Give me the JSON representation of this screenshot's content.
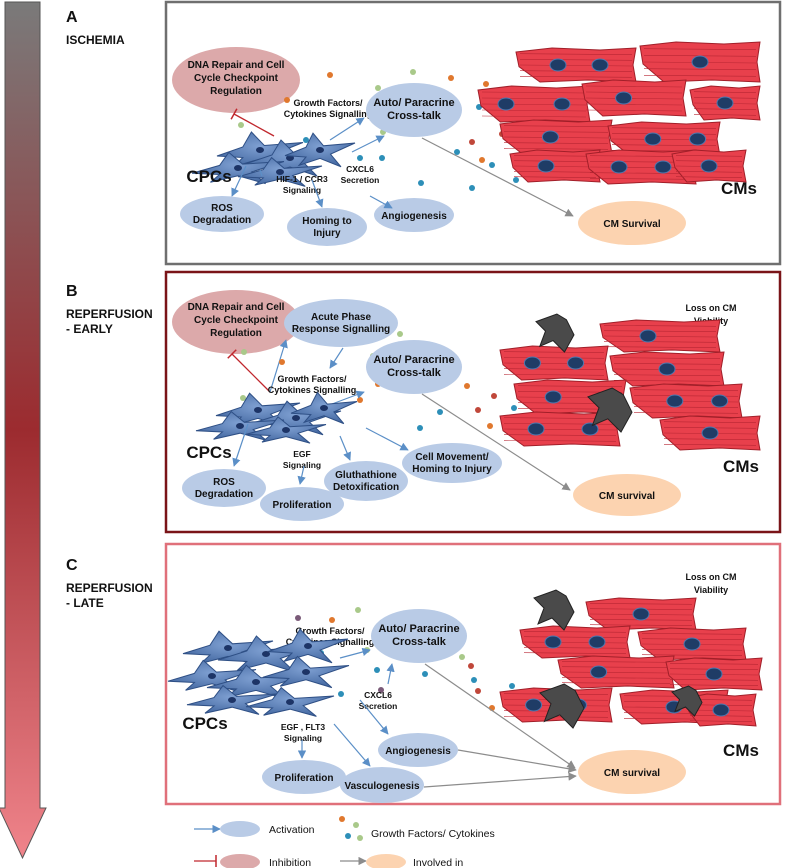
{
  "panels": [
    {
      "letter": "A",
      "stage": [
        "ISCHEMIA"
      ],
      "inhibited": [
        "DNA Repair and Cell",
        "Cycle Checkpoint",
        "Regulation"
      ],
      "growth": [
        "Growth Factors/",
        "Cytokines Signalling"
      ],
      "auto": [
        "Auto/ Paracrine",
        "Cross-talk"
      ],
      "secretion": [
        "CXCL6",
        "Secretion"
      ],
      "signaling": [
        "HIF-1 / CCR3",
        "Signaling"
      ],
      "cpcs": "CPCs",
      "cms": "CMs",
      "survival": "CM Survival",
      "ros": [
        "ROS",
        "Degradation"
      ],
      "homing": [
        "Homing to",
        "Injury"
      ],
      "angio": "Angiogenesis"
    },
    {
      "letter": "B",
      "stage": [
        "REPERFUSION",
        "- EARLY"
      ],
      "inhibited": [
        "DNA Repair and Cell",
        "Cycle Checkpoint",
        "Regulation"
      ],
      "acute": [
        "Acute Phase",
        "Response Signalling"
      ],
      "growth": [
        "Growth Factors/",
        "Cytokines Signalling"
      ],
      "auto": [
        "Auto/ Paracrine",
        "Cross-talk"
      ],
      "signaling": [
        "EGF",
        "Signaling"
      ],
      "cpcs": "CPCs",
      "cms": "CMs",
      "loss": [
        "Loss on CM",
        "Viability"
      ],
      "survival": "CM survival",
      "ros": [
        "ROS",
        "Degradation"
      ],
      "prolif": "Proliferation",
      "gluth": [
        "Gluthathione",
        "Detoxification"
      ],
      "movement": [
        "Cell Movement/",
        "Homing to Injury"
      ]
    },
    {
      "letter": "C",
      "stage": [
        "REPERFUSION",
        "- LATE"
      ],
      "growth": [
        "Growth Factors/",
        "Cytokines Signalling"
      ],
      "auto": [
        "Auto/ Paracrine",
        "Cross-talk"
      ],
      "secretion": [
        "CXCL6",
        "Secretion"
      ],
      "signaling": [
        "EGF , FLT3",
        "Signaling"
      ],
      "cpcs": "CPCs",
      "cms": "CMs",
      "loss": [
        "Loss on CM",
        "Viability"
      ],
      "survival": "CM survival",
      "angio": "Angiogenesis",
      "prolif": "Proliferation",
      "vasculo": "Vasculogenesis"
    }
  ],
  "legend": {
    "activation": "Activation",
    "inhibition": "Inhibition",
    "growth": "Growth Factors/ Cytokines",
    "involved": "Involved in"
  },
  "colors": {
    "panelA": "#6f6f6f",
    "panelB": "#7a1418",
    "panelC": "#e0707a",
    "activation": "#5b8fc7",
    "inhibition": "#c0272d",
    "involved": "#8c8c8c",
    "bluebox": "#b9cbe6",
    "redbox": "#dca9aa",
    "peachbox": "#fcd3b0",
    "cm_fill": "#e8404c",
    "cpc_fill": "#5a7fb8"
  }
}
